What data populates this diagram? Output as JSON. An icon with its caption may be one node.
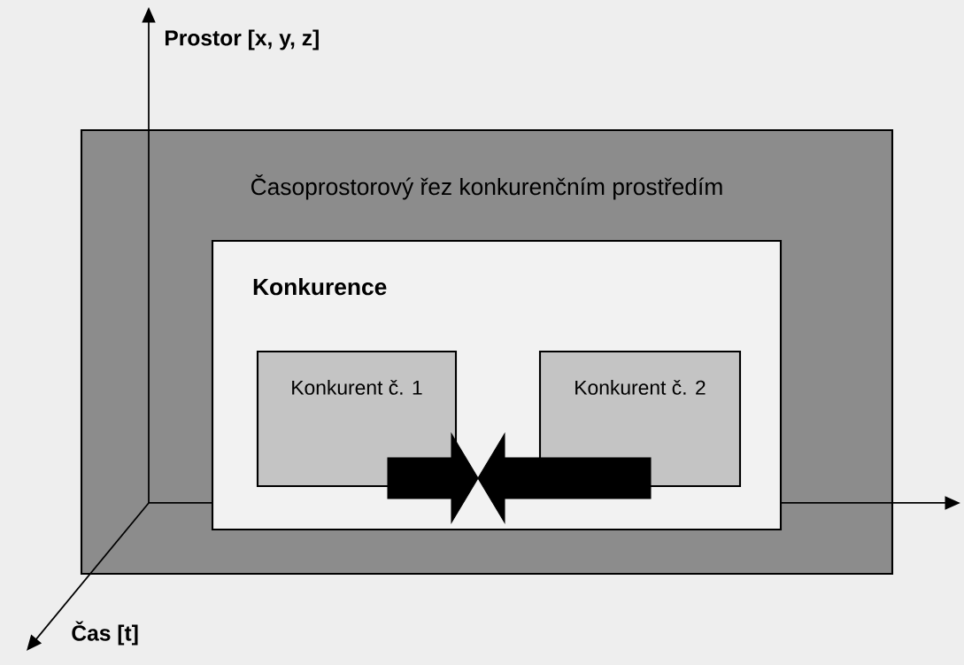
{
  "diagram": {
    "nodes": [
      {
        "text": [
          "Časoprostorový řez konkurenčním prostředím"
        ]
      },
      {
        "text": [
          "Konkurence"
        ],
        "in": 0
      },
      {
        "text": [
          "Konkurent č. 1"
        ],
        "in": 1
      },
      {
        "text": [
          "Konkurent č. 2"
        ],
        "in": 1
      }
    ],
    "edges": [
      {
        "from": 2,
        "to": null,
        "arrow": "to",
        "style": "thick"
      },
      {
        "from": 3,
        "to": null,
        "arrow": "to",
        "style": "thick"
      }
    ],
    "labels": [
      "Prostor [x, y, z]",
      "Čas [t]"
    ]
  }
}
